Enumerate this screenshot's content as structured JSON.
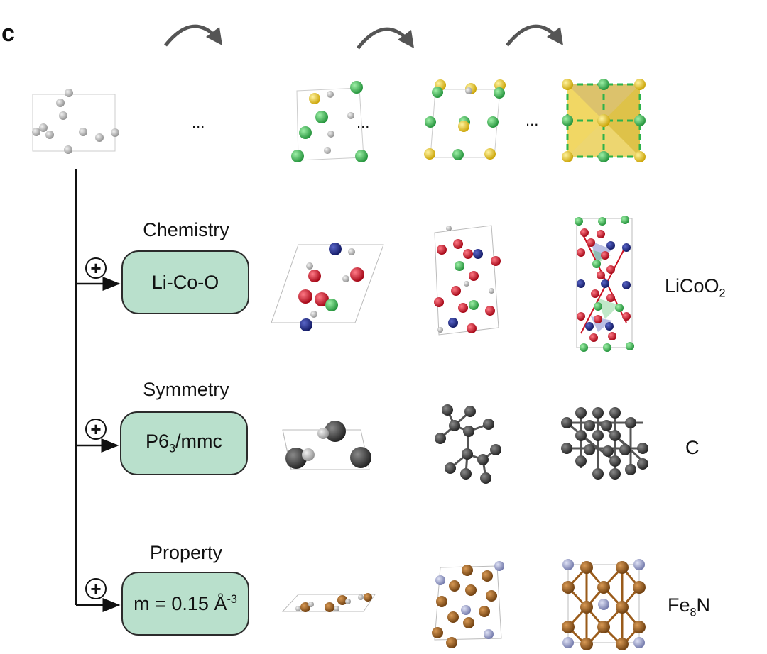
{
  "panel": {
    "letter": "c"
  },
  "top_row": {
    "ellipsis_1": "...",
    "ellipsis_2": "...",
    "ellipsis_3": "..."
  },
  "conditions": [
    {
      "heading": "Chemistry",
      "box_main": "Li-Co-O",
      "box_sub": "",
      "box_tail": "",
      "box_sup": "",
      "formula_main": "LiCoO",
      "formula_sub": "2",
      "formula_tail": ""
    },
    {
      "heading": "Symmetry",
      "box_main": "P6",
      "box_sub": "3",
      "box_tail": "/mmc",
      "box_sup": "",
      "formula_main": "C",
      "formula_sub": "",
      "formula_tail": ""
    },
    {
      "heading": "Property",
      "box_main": "m = 0.15 Å",
      "box_sub": "",
      "box_tail": "",
      "box_sup": "-3",
      "formula_main": "Fe",
      "formula_sub": "8",
      "formula_tail": "N"
    }
  ],
  "plus_symbol": "+",
  "colors": {
    "box_fill": "#b9e0cc",
    "gray_atom": "#b0b0b0",
    "green_atom": "#2db34a",
    "yellow_atom": "#e8c51e",
    "red_atom": "#cc1122",
    "navy_atom": "#1a237e",
    "carbon_atom": "#3a3a3a",
    "iron_atom": "#9a5b1a",
    "nitrogen_atom": "#9aa0c8"
  }
}
